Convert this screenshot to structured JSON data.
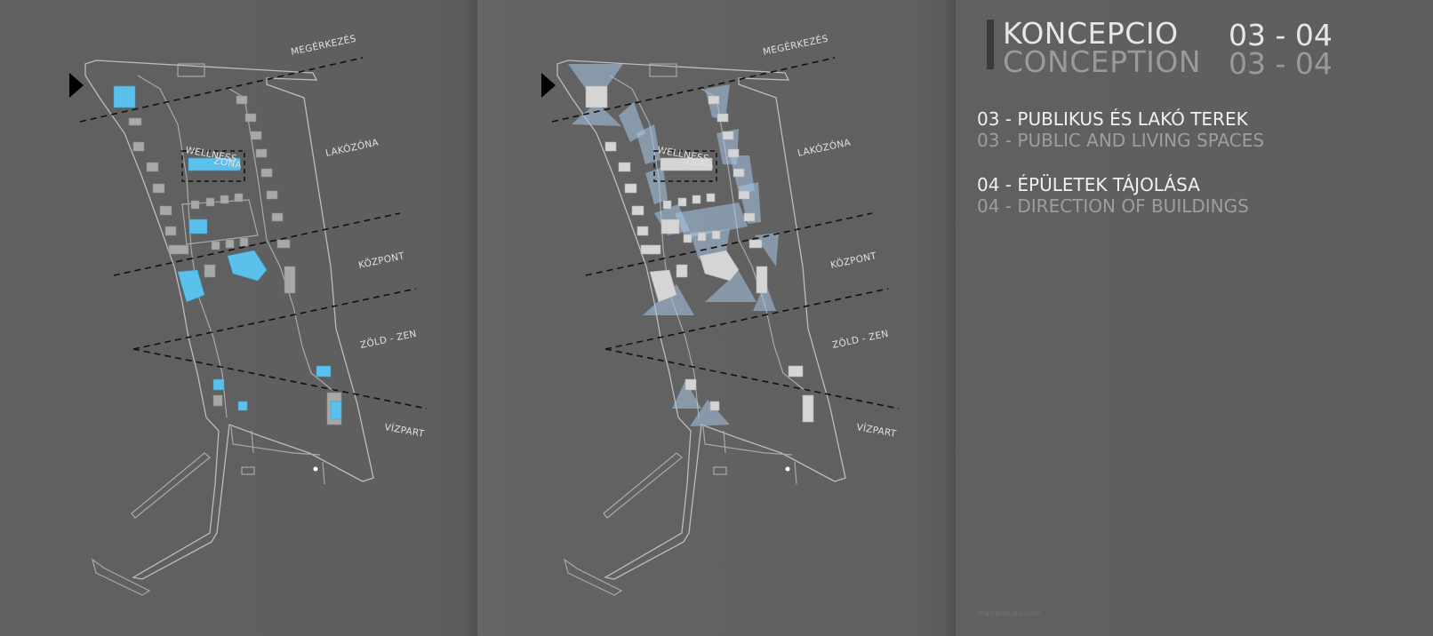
{
  "header": {
    "title_hu": "KONCEPCIO",
    "title_en": "CONCEPTION",
    "number_hu": "03 - 04",
    "number_en": "03 - 04"
  },
  "sections": [
    {
      "hu": "03 - PUBLIKUS ÉS LAKÓ TEREK",
      "en": "03 - PUBLIC AND LIVING SPACES"
    },
    {
      "hu": "04 - ÉPÜLETEK TÁJOLÁSA",
      "en": "04 - DIRECTION OF BUILDINGS"
    }
  ],
  "zones": {
    "arrival": "MEGÉRKEZÉS",
    "living": "LAKÓZÓNA",
    "wellness_1": "WELLNESS",
    "wellness_2": "ZÓNA",
    "center": "KÖZPONT",
    "green": "ZÖLD - ZEN",
    "waterfront": "VÍZPART"
  },
  "footer": "masfelstudio.com",
  "colors": {
    "background": "#5e5e5e",
    "public_space": "#5bc0eb",
    "orientation_cone": "#a7c6e6",
    "title_light": "#e6e6e6",
    "title_muted": "#9a9a9a"
  },
  "icons": [
    "entrance-arrow-icon"
  ]
}
